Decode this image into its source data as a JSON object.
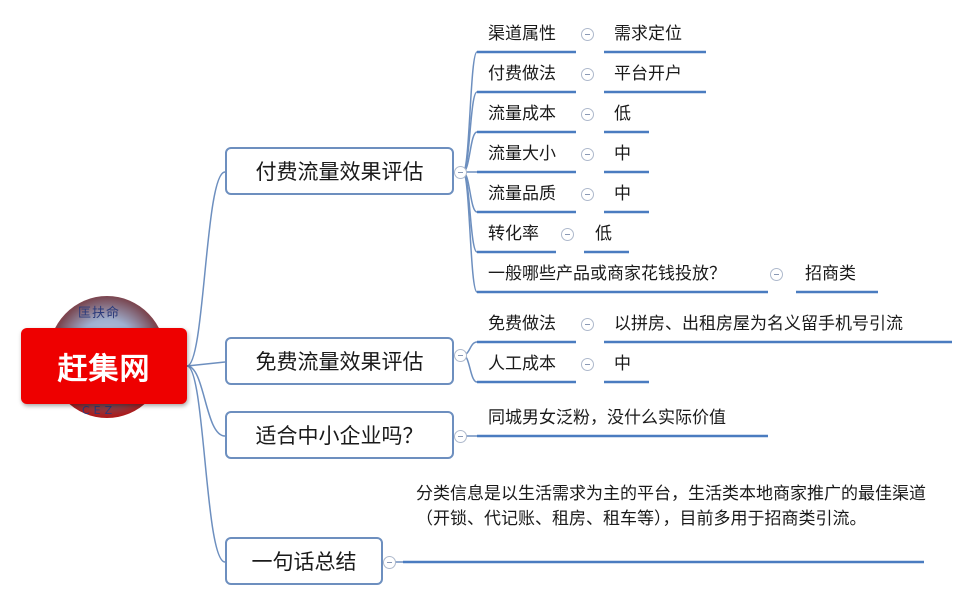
{
  "root": {
    "label": "赶集网",
    "logo_top": "匡扶命",
    "logo_bottom": "CEZ"
  },
  "branches": [
    {
      "label": "付费流量效果评估",
      "children": [
        {
          "label": "渠道属性",
          "value": "需求定位"
        },
        {
          "label": "付费做法",
          "value": "平台开户"
        },
        {
          "label": "流量成本",
          "value": "低"
        },
        {
          "label": "流量大小",
          "value": "中"
        },
        {
          "label": "流量品质",
          "value": "中"
        },
        {
          "label": "转化率",
          "value": "低"
        },
        {
          "label": "一般哪些产品或商家花钱投放？",
          "value": "招商类"
        }
      ]
    },
    {
      "label": "免费流量效果评估",
      "children": [
        {
          "label": "免费做法",
          "value": "以拼房、出租房屋为名义留手机号引流"
        },
        {
          "label": "人工成本",
          "value": "中"
        }
      ]
    },
    {
      "label": "适合中小企业吗？",
      "children": [
        {
          "label": "同城男女泛粉，没什么实际价值"
        }
      ]
    },
    {
      "label": "一句话总结",
      "children": [
        {
          "label": "分类信息是以生活需求为主的平台，生活类本地商家推广的最佳渠道（开锁、代记账、租房、租车等），目前多用于招商类引流。"
        }
      ]
    }
  ],
  "colors": {
    "root_fill": "#ee0000",
    "line": "#6d8fbf",
    "underline": "#4a7cc0"
  }
}
